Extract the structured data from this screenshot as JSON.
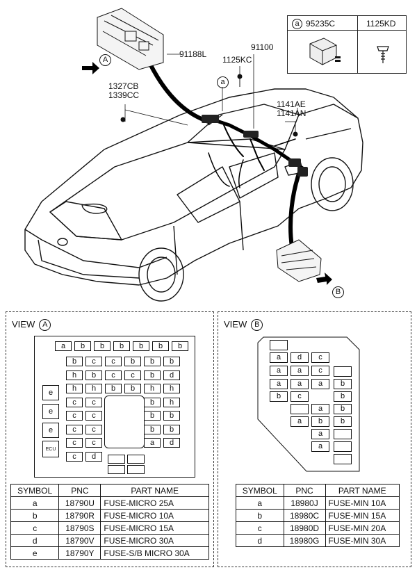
{
  "callouts": {
    "wiring_main": "91100",
    "wiring_sub": "91188L",
    "bolt_kc": "1125KC",
    "screw_cb": "1327CB",
    "screw_cc": "1339CC",
    "bolt_ae": "1141AE",
    "bolt_an": "1141AN"
  },
  "markers": {
    "view_a": "A",
    "view_b": "B",
    "ref_a": "a"
  },
  "legend": {
    "symbol": "a",
    "part1": "95235C",
    "part2": "1125KD"
  },
  "view_a": {
    "title": "VIEW",
    "marker": "A",
    "relay_label": "ECU",
    "top_row": [
      "a",
      "b",
      "b",
      "b",
      "b",
      "b",
      "b"
    ],
    "grid_rows": [
      [
        "b",
        "c",
        "c",
        "b",
        "b",
        "b"
      ],
      [
        "h",
        "b",
        "c",
        "c",
        "b",
        "d"
      ],
      [
        "h",
        "h",
        "b",
        "b",
        "h",
        "h"
      ],
      [
        "c",
        "c",
        "",
        "",
        "b",
        "h"
      ],
      [
        "c",
        "c",
        "",
        "",
        "b",
        "b"
      ],
      [
        "c",
        "c",
        "",
        "",
        "b",
        "b"
      ],
      [
        "c",
        "c",
        "",
        "",
        "a",
        "d"
      ],
      [
        "c",
        "d",
        "",
        "",
        "",
        ""
      ]
    ],
    "left_big": [
      "e",
      "e",
      "e"
    ],
    "table": {
      "headers": [
        "SYMBOL",
        "PNC",
        "PART NAME"
      ],
      "rows": [
        [
          "a",
          "18790U",
          "FUSE-MICRO 25A"
        ],
        [
          "b",
          "18790R",
          "FUSE-MICRO 10A"
        ],
        [
          "c",
          "18790S",
          "FUSE-MICRO 15A"
        ],
        [
          "d",
          "18790V",
          "FUSE-MICRO 30A"
        ],
        [
          "e",
          "18790Y",
          "FUSE-S/B MICRO 30A"
        ]
      ]
    }
  },
  "view_b": {
    "title": "VIEW",
    "marker": "B",
    "table": {
      "headers": [
        "SYMBOL",
        "PNC",
        "PART NAME"
      ],
      "rows": [
        [
          "a",
          "18980J",
          "FUSE-MIN 10A"
        ],
        [
          "b",
          "18980C",
          "FUSE-MIN 15A"
        ],
        [
          "c",
          "18980D",
          "FUSE-MIN 20A"
        ],
        [
          "d",
          "18980G",
          "FUSE-MIN 30A"
        ]
      ]
    },
    "cells": [
      "a",
      "d",
      "c",
      "a",
      "a",
      "c",
      "a",
      "a",
      "a",
      "b",
      "b",
      "c",
      "b",
      "a",
      "b",
      "a",
      "b",
      "b",
      "a",
      "a"
    ]
  }
}
